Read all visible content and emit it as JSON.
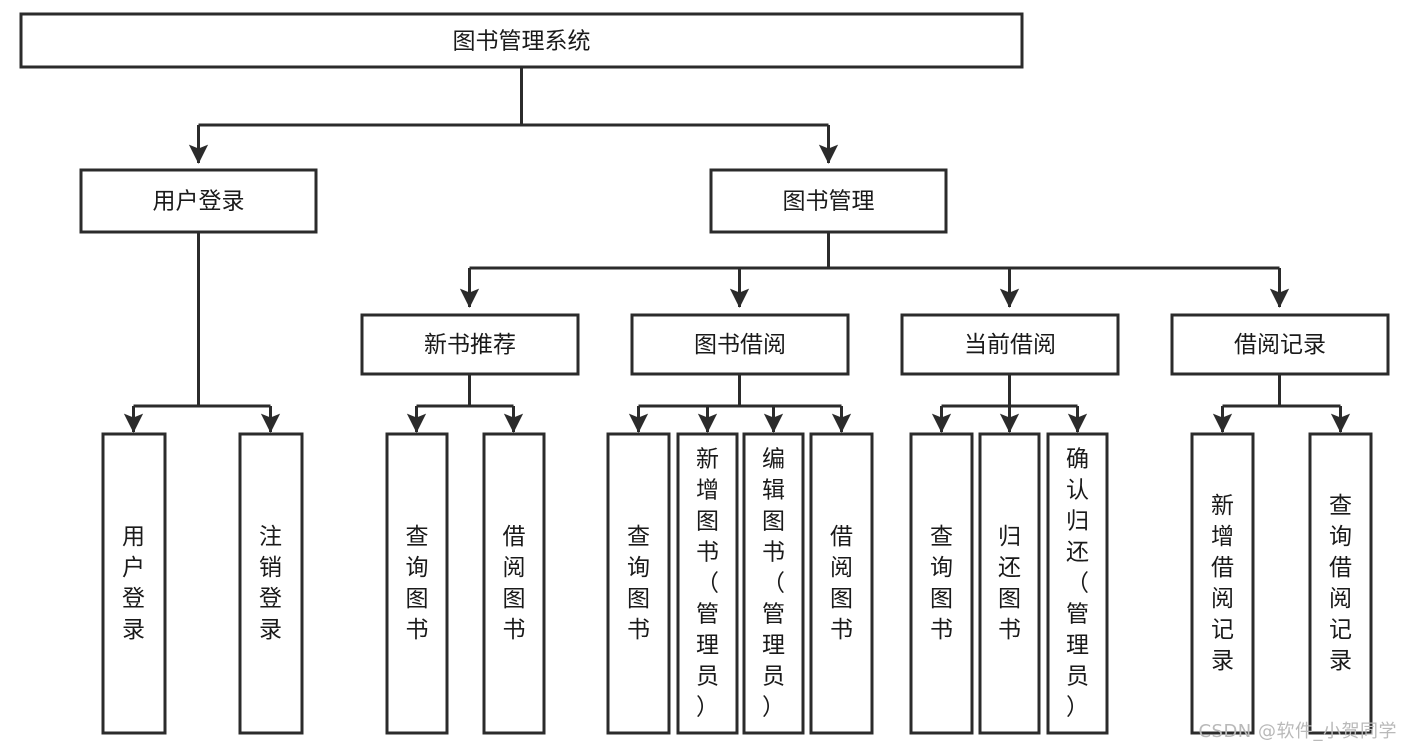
{
  "diagram": {
    "title": "图书管理系统",
    "type": "tree",
    "watermark": "CSDN @软件_小贺同学",
    "root": {
      "label": "图书管理系统"
    },
    "level2": [
      {
        "label": "用户登录"
      },
      {
        "label": "图书管理"
      }
    ],
    "level3": [
      {
        "label": "新书推荐"
      },
      {
        "label": "图书借阅"
      },
      {
        "label": "当前借阅"
      },
      {
        "label": "借阅记录"
      }
    ],
    "leaves": {
      "user_login": [
        {
          "label": "用户登录"
        },
        {
          "label": "注销登录"
        }
      ],
      "new_book_recommend": [
        {
          "label": "查询图书"
        },
        {
          "label": "借阅图书"
        }
      ],
      "book_borrow": [
        {
          "label": "查询图书"
        },
        {
          "label": "新增图书（管理员）"
        },
        {
          "label": "编辑图书（管理员）"
        },
        {
          "label": "借阅图书"
        }
      ],
      "current_borrow": [
        {
          "label": "查询图书"
        },
        {
          "label": "归还图书"
        },
        {
          "label": "确认归还（管理员）"
        }
      ],
      "borrow_record": [
        {
          "label": "新增借阅记录"
        },
        {
          "label": "查询借阅记录"
        }
      ]
    },
    "colors": {
      "stroke": "#2b2b2b",
      "fill": "#ffffff",
      "text": "#1a1a1a",
      "watermark": "#b9b9b9"
    }
  }
}
